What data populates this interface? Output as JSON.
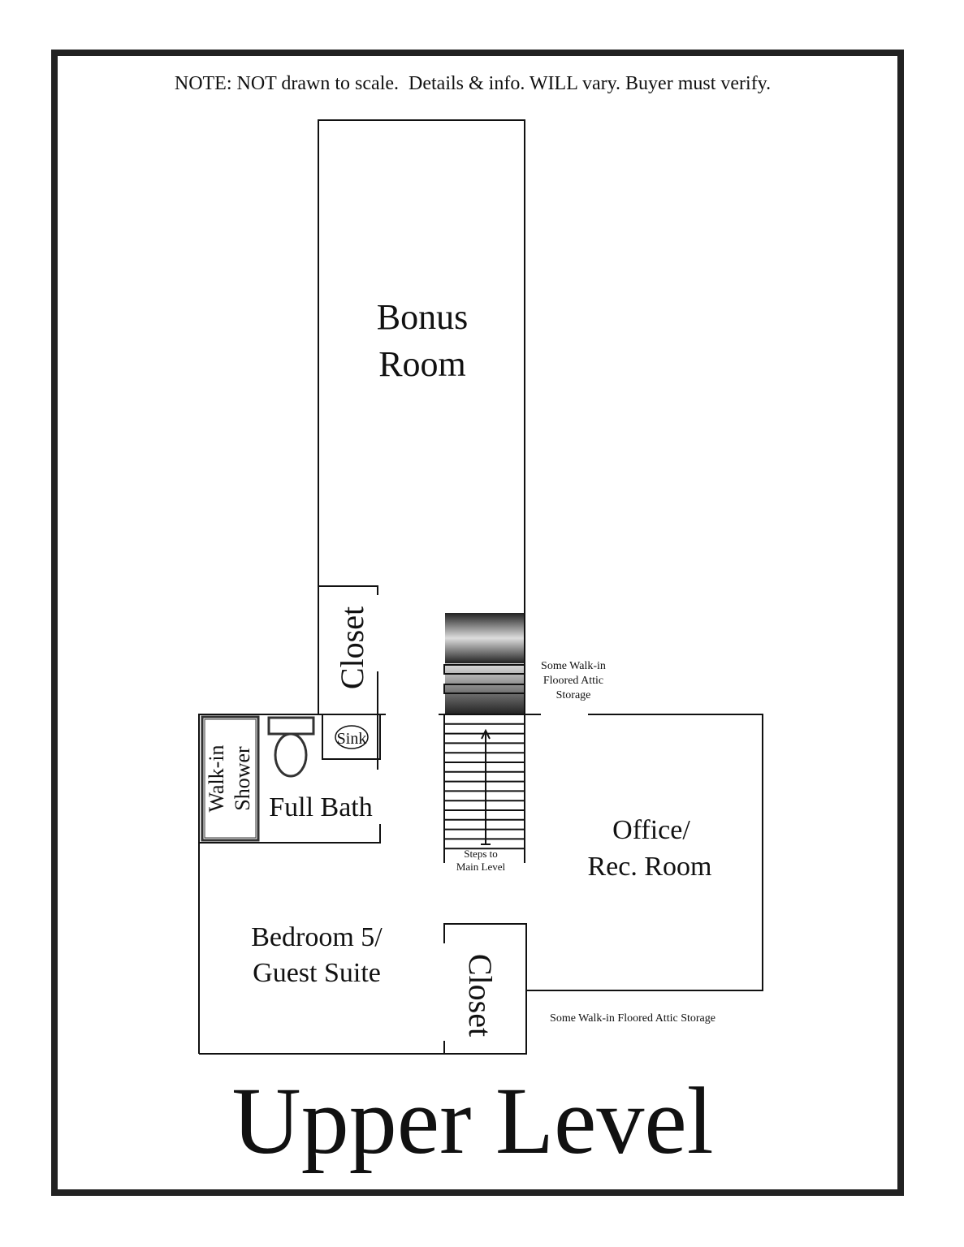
{
  "note": "NOTE: NOT drawn to scale.  Details & info. WILL vary. Buyer must verify.",
  "rooms": {
    "bonus": [
      "Bonus",
      "Room"
    ],
    "closet_upper": "Closet",
    "shower": [
      "Walk-in",
      "Shower"
    ],
    "sink": "Sink",
    "full_bath": "Full Bath",
    "attic_upper": [
      "Some Walk-in",
      "Floored Attic",
      "Storage"
    ],
    "steps": [
      "Steps to",
      "Main Level"
    ],
    "office": [
      "Office/",
      "Rec. Room"
    ],
    "bedroom": [
      "Bedroom 5/",
      "Guest Suite"
    ],
    "closet_lower": "Closet",
    "attic_lower": "Some Walk-in Floored Attic Storage"
  },
  "title": "Upper Level"
}
